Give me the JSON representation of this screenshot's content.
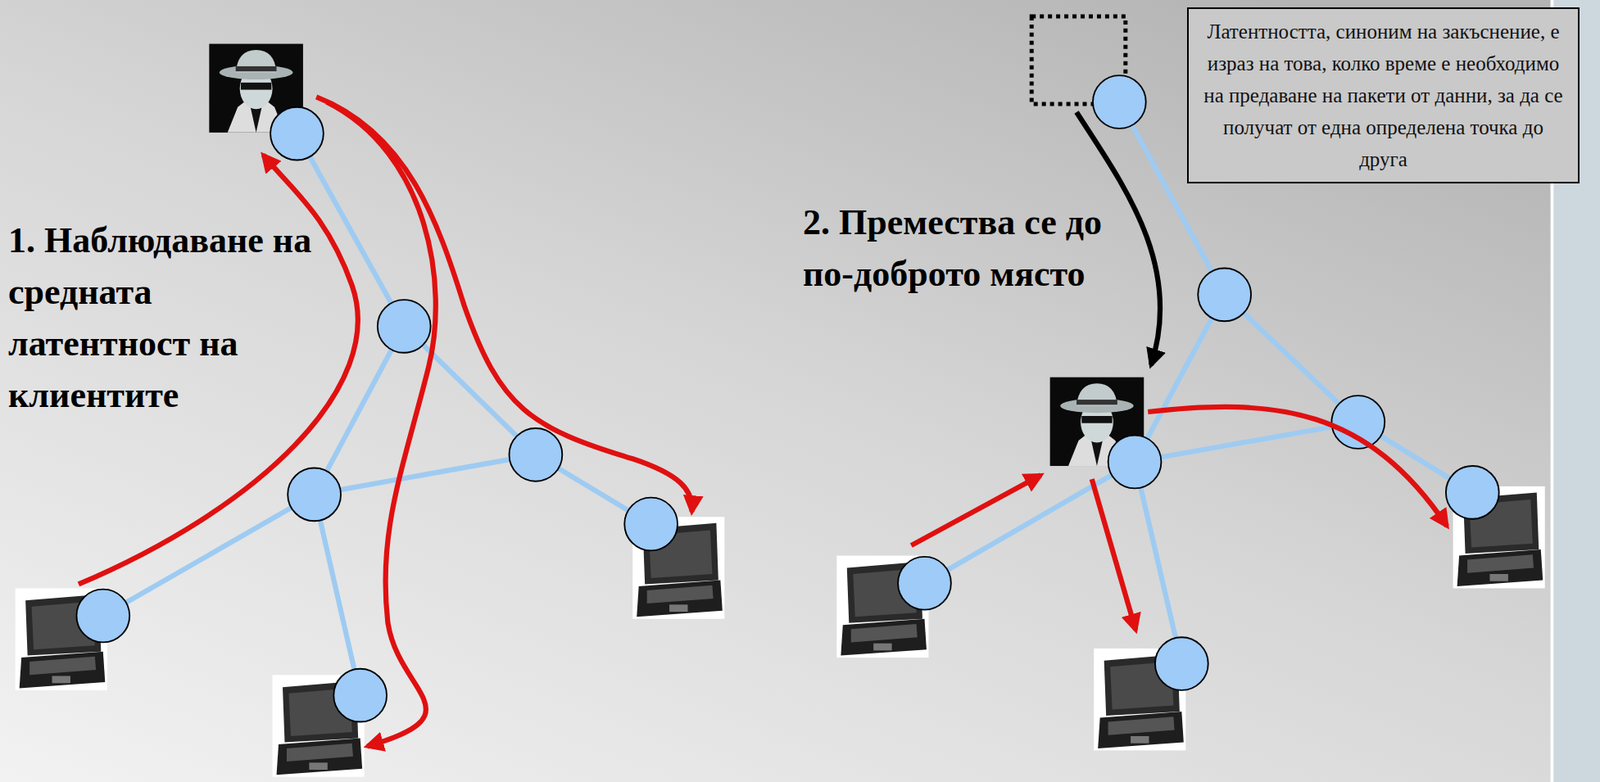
{
  "diagram": {
    "nodes": [
      {
        "text": [
          "Латентността, синоним на закъснение, е израз на това, колко време е необходимо на предаване на пакети от данни, за да се получат от една определена точка до друга"
        ]
      }
    ],
    "labels": [
      "1. Наблюдаване на средната латентност на клиентите",
      "2. Премества се до по-доброто място"
    ]
  }
}
